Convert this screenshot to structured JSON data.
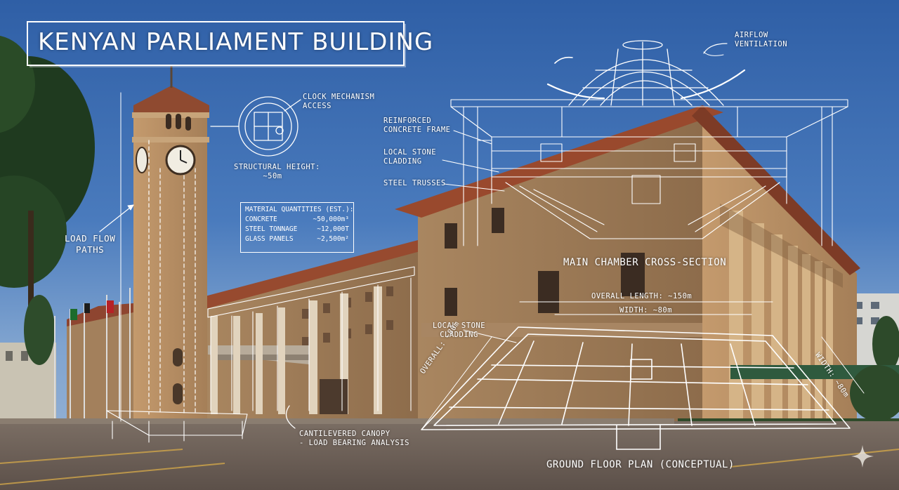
{
  "title": "KENYAN PARLIAMENT BUILDING",
  "annotations": {
    "clock_mechanism": [
      "CLOCK MECHANISM",
      "ACCESS"
    ],
    "structural_height": [
      "STRUCTURAL HEIGHT:",
      "~50m"
    ],
    "load_flow": [
      "LOAD FLOW",
      "PATHS"
    ],
    "material_quantities": {
      "title": "MATERIAL QUANTITIES (EST.):",
      "rows": [
        {
          "label": "CONCRETE",
          "value": "~50,000m³"
        },
        {
          "label": "STEEL TONNAGE",
          "value": "~12,000T"
        },
        {
          "label": "GLASS PANELS",
          "value": "~2,500m²"
        }
      ]
    },
    "airflow": [
      "AIRFLOW",
      "VENTILATION"
    ],
    "reinforced_frame": [
      "REINFORCED",
      "CONCRETE FRAME"
    ],
    "local_stone_upper": [
      "LOCAL STONE",
      "CLADDING"
    ],
    "steel_trusses": "STEEL TRUSSES",
    "main_chamber": "MAIN CHAMBER CROSS-SECTION",
    "overall_length": "OVERALL LENGTH: ~150m",
    "width_top": "WIDTH: ~80m",
    "local_stone_lower": [
      "LOCAL STONE",
      "CLADDING"
    ],
    "overall_side": "OVERALL: ~80m",
    "width_side": "WIDTH: ~80m",
    "canopy": [
      "CANTILEVERED CANOPY",
      "- LOAD BEARING ANALYSIS"
    ],
    "ground_floor": "GROUND FLOOR PLAN (CONCEPTUAL)"
  },
  "colors": {
    "sky": "#3a66a8",
    "stone": "#b08a62",
    "roof": "#9a4a2e",
    "sketch": "#ffffff",
    "pavement": "#6f6259"
  }
}
